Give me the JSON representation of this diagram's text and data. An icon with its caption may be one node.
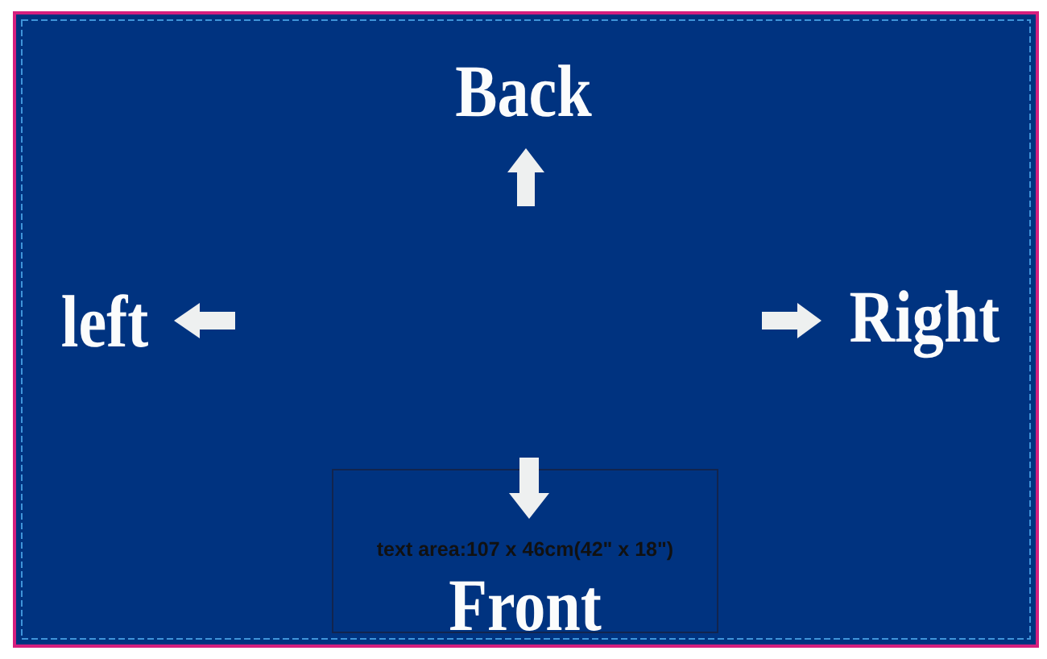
{
  "diagram": {
    "nodes": [
      {
        "text": [
          "Back",
          "left",
          "Right"
        ]
      },
      {
        "text": [
          "text area:107 x 46cm(42\" x 18\")",
          "Front"
        ],
        "in": 0
      }
    ]
  }
}
